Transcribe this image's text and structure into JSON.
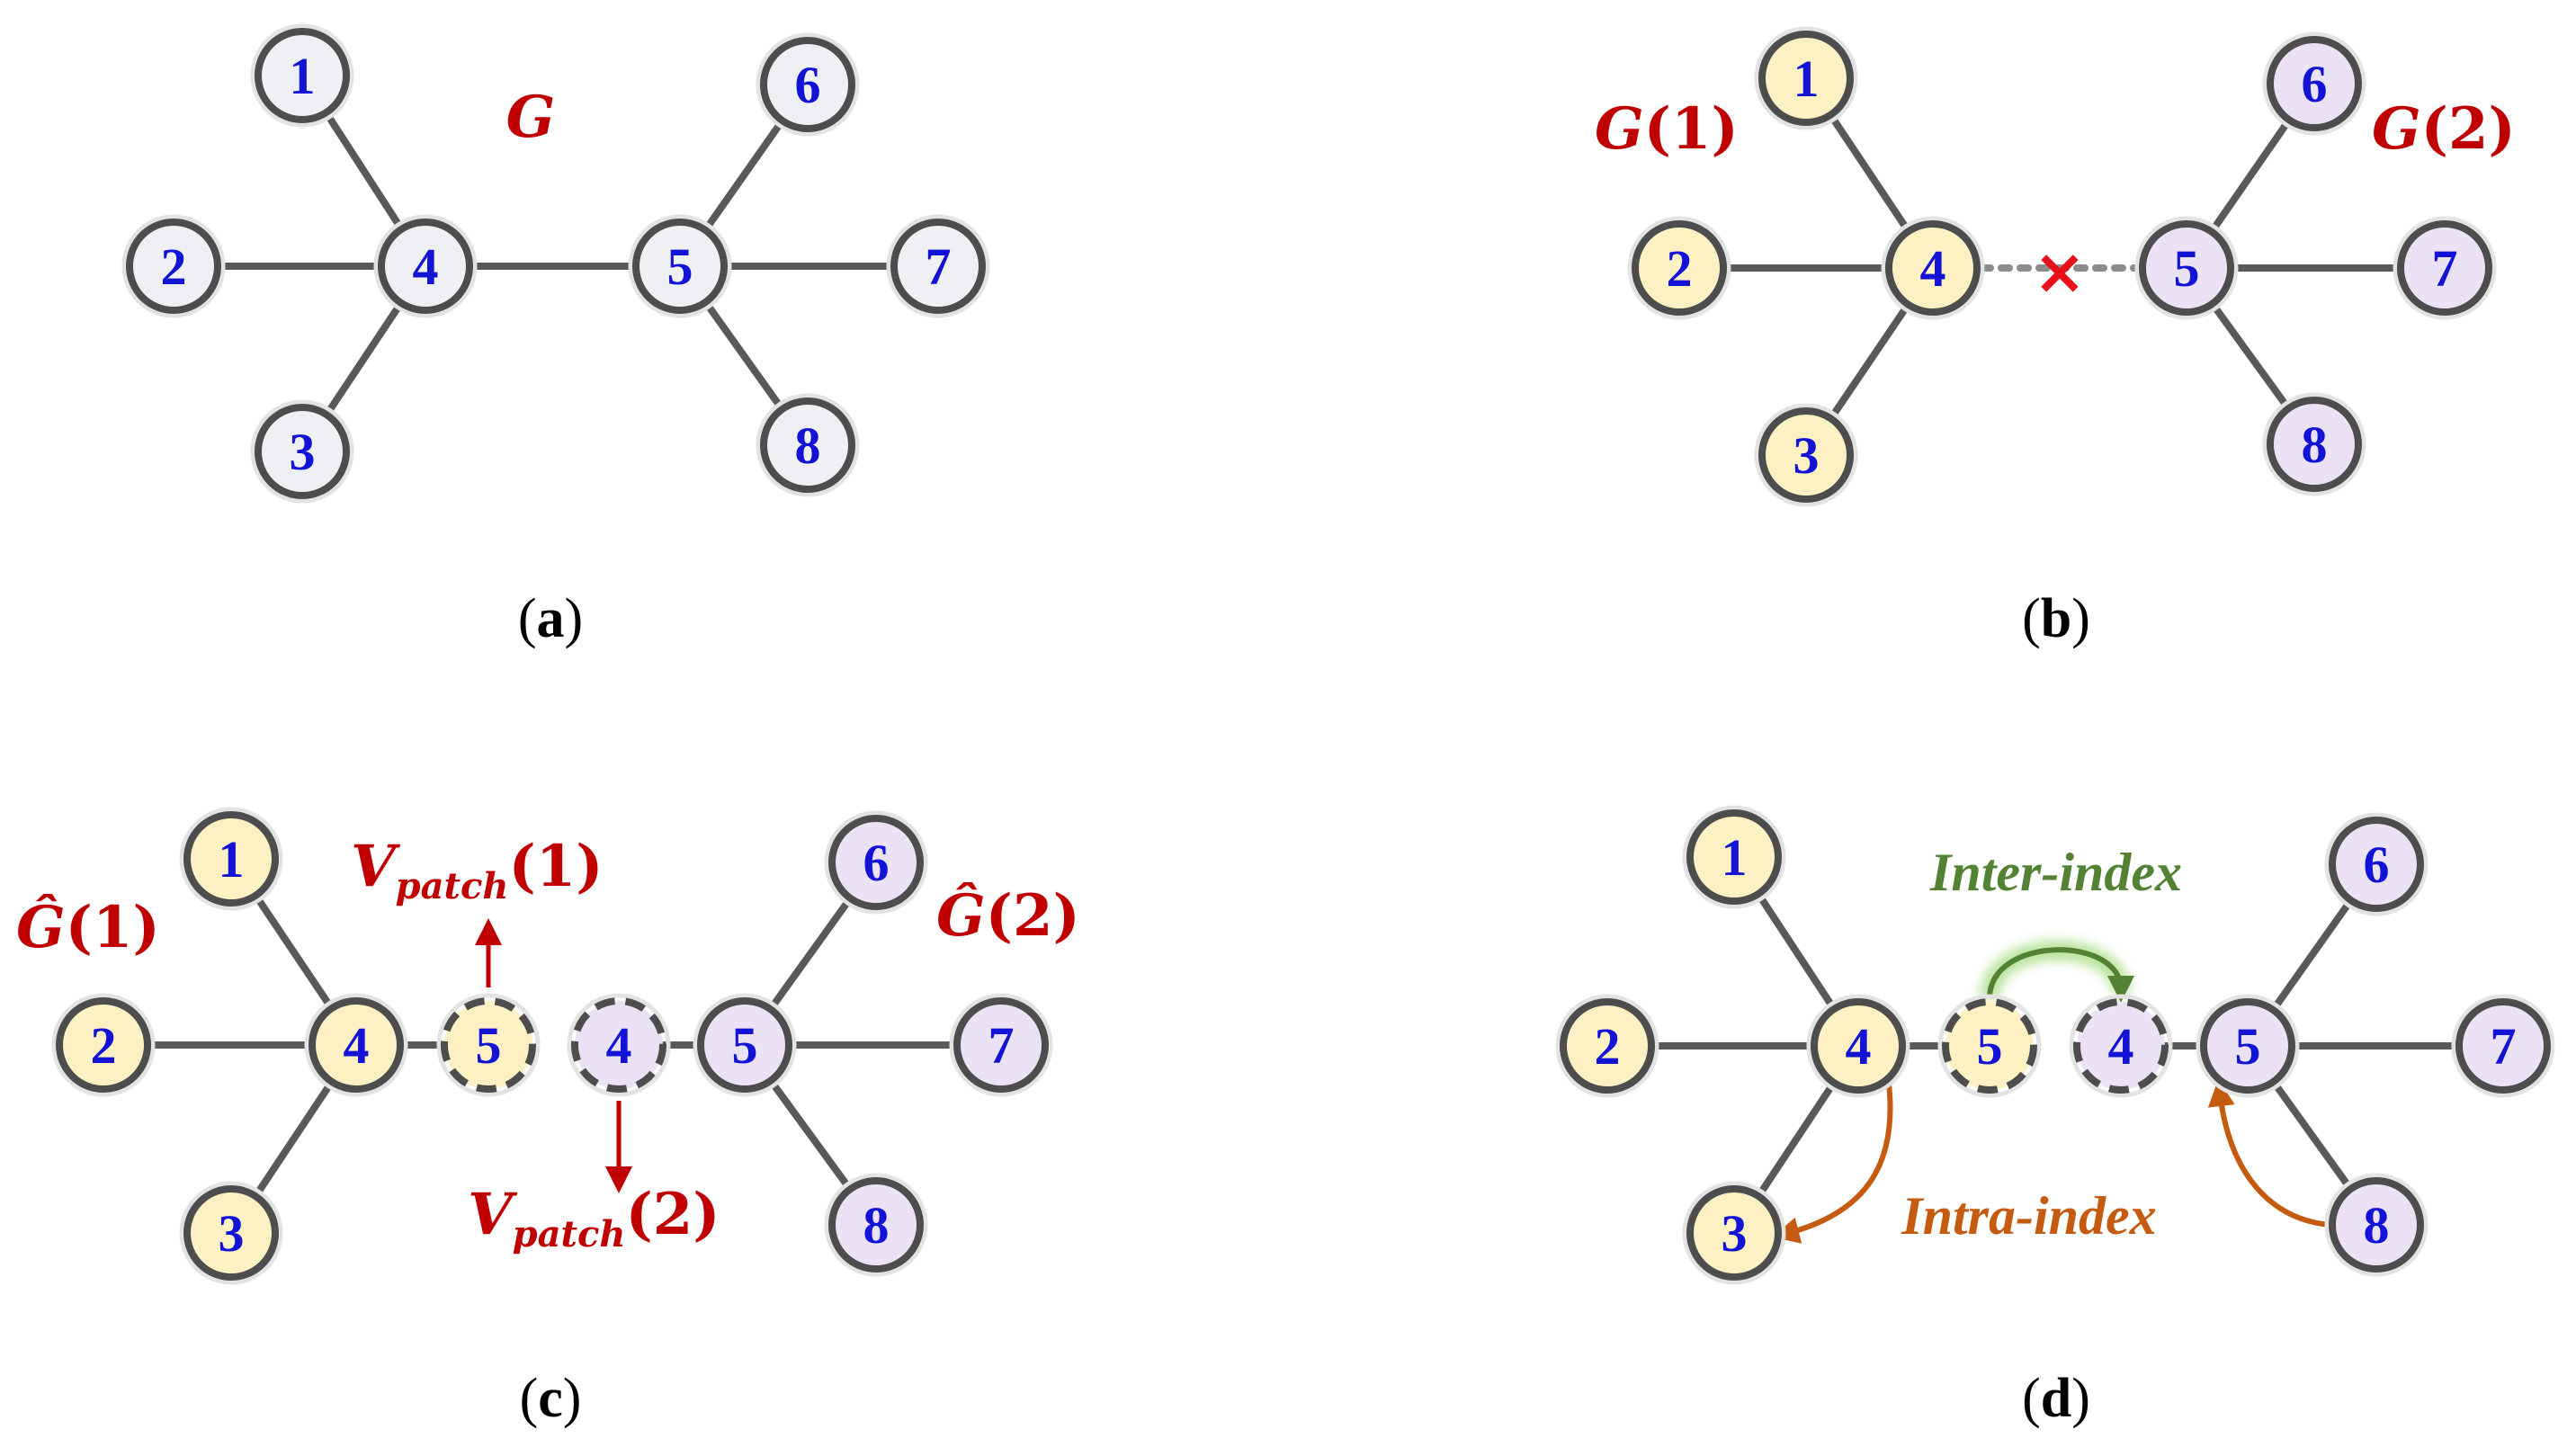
{
  "colors": {
    "node_default": "#eef0f3",
    "node_part1": "#fdf1c4",
    "node_part2": "#ebe3f5",
    "label_red": "#c00000",
    "label_blue": "#1313d6",
    "inter_green": "#548235",
    "intra_orange": "#c55a11"
  },
  "panels": [
    {
      "caption": {
        "open": "(",
        "letter": "a",
        "close": ")"
      },
      "graph_labels": [
        {
          "name": "G"
        }
      ],
      "nodes": [
        "1",
        "2",
        "3",
        "4",
        "5",
        "6",
        "7",
        "8"
      ]
    },
    {
      "caption": {
        "open": "(",
        "letter": "b",
        "close": ")"
      },
      "graph_labels": [
        {
          "name": "G",
          "paren_open": "(",
          "index": "1",
          "paren_close": ")"
        },
        {
          "name": "G",
          "paren_open": "(",
          "index": "2",
          "paren_close": ")"
        }
      ],
      "cut_symbol": "×",
      "nodes": [
        "1",
        "2",
        "3",
        "4",
        "5",
        "6",
        "7",
        "8"
      ]
    },
    {
      "caption": {
        "open": "(",
        "letter": "c",
        "close": ")"
      },
      "graph_labels": [
        {
          "name": "Ĝ",
          "paren_open": "(",
          "index": "1",
          "paren_close": ")"
        },
        {
          "name": "Ĝ",
          "paren_open": "(",
          "index": "2",
          "paren_close": ")"
        }
      ],
      "patch_labels": [
        {
          "name": "V",
          "sub": "patch",
          "paren_open": "(",
          "index": "1",
          "paren_close": ")"
        },
        {
          "name": "V",
          "sub": "patch",
          "paren_open": "(",
          "index": "2",
          "paren_close": ")"
        }
      ],
      "nodes": [
        "1",
        "2",
        "3",
        "4",
        "5",
        "4",
        "5",
        "6",
        "7",
        "8"
      ]
    },
    {
      "caption": {
        "open": "(",
        "letter": "d",
        "close": ")"
      },
      "inter_index_label": "Inter-index",
      "intra_index_label": "Intra-index",
      "nodes": [
        "1",
        "2",
        "3",
        "4",
        "5",
        "4",
        "5",
        "6",
        "7",
        "8"
      ]
    }
  ]
}
